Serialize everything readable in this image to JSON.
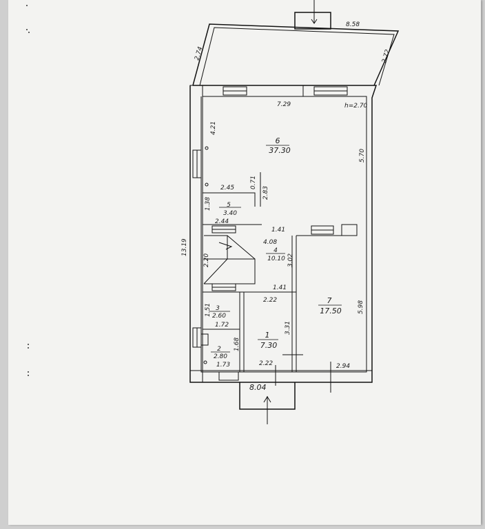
{
  "plan": {
    "ceiling_height": "h=2.70",
    "overall_length": "13.19",
    "rooms": [
      {
        "number": "1",
        "area": "7.30"
      },
      {
        "number": "2",
        "area": "2.80"
      },
      {
        "number": "3",
        "area": "2.60"
      },
      {
        "number": "4",
        "area": "10.10"
      },
      {
        "number": "5",
        "area": "3.40"
      },
      {
        "number": "6",
        "area": "37.30"
      },
      {
        "number": "7",
        "area": "17.50"
      }
    ],
    "dimensions": {
      "terrace_width": "8.58",
      "terrace_left": "2.74",
      "terrace_right": "2.72",
      "top_wall": "7.29",
      "room6_left": "4.21",
      "room6_right": "5.70",
      "room5_width": "2.45",
      "room5_small": "0.71",
      "room5_right": "2.83",
      "room5_height": "1.38",
      "room5_bottom": "2.44",
      "hall_top": "1.41",
      "hall_width": "4.08",
      "hall_right": "3.02",
      "stair_height": "2.20",
      "hall_bottom": "1.41",
      "room3_height": "1.51",
      "room3_bottom": "1.72",
      "room2_height": "1.68",
      "room2_bottom": "1.73",
      "room1_top": "2.22",
      "room1_right": "3.31",
      "room1_bottom": "2.22",
      "room7_right": "5.98",
      "room7_bottom": "2.94",
      "entrance_width": "8.04"
    }
  }
}
